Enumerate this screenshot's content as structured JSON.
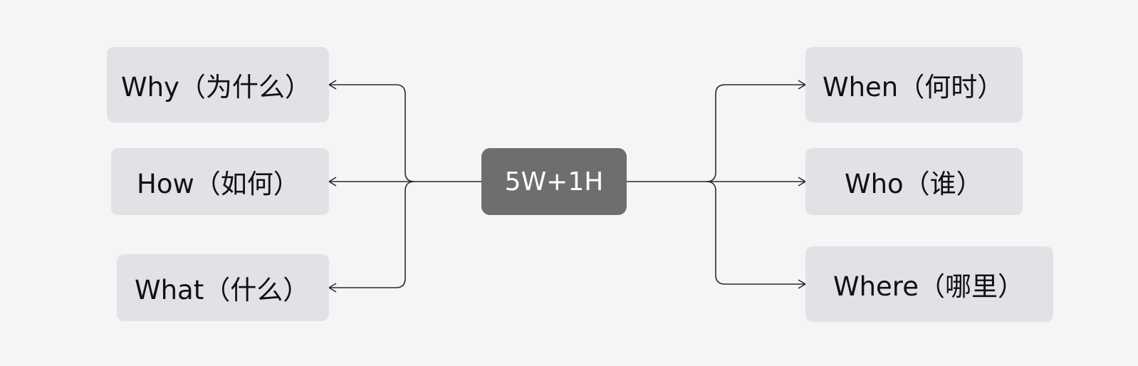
{
  "center": {
    "label": "5W+1H"
  },
  "left_nodes": [
    {
      "label": "Why（为什么）"
    },
    {
      "label": "How（如何）"
    },
    {
      "label": "What（什么）"
    }
  ],
  "right_nodes": [
    {
      "label": "When（何时）"
    },
    {
      "label": "Who（谁）"
    },
    {
      "label": "Where（哪里）"
    }
  ],
  "colors": {
    "background": "#f5f5f5",
    "center_fill": "#6e6e6e",
    "center_text": "#ffffff",
    "node_fill": "#e1e1e6",
    "node_text": "#111111",
    "connector": "#2b2b2b"
  }
}
